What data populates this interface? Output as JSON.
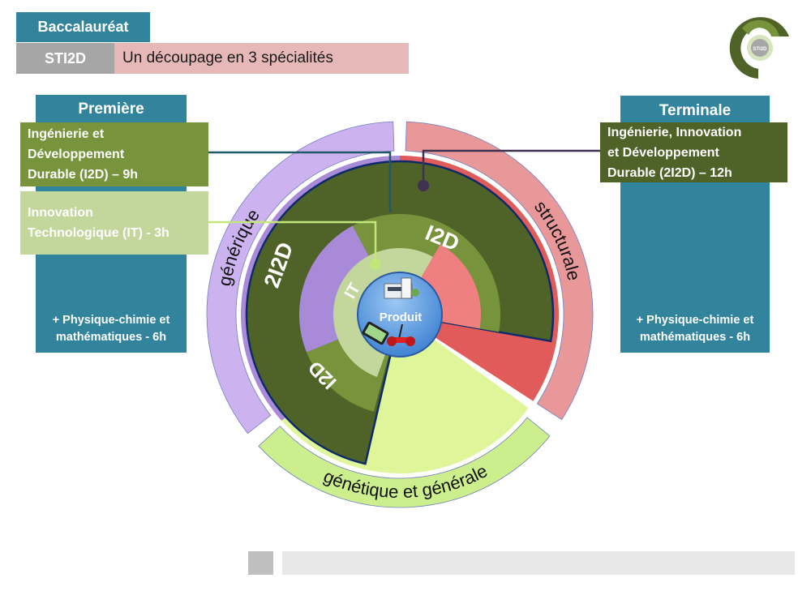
{
  "header": {
    "title": "Baccalauréat",
    "series": "STI2D",
    "subtitle": "Un découpage en 3 spécialités"
  },
  "logo": {
    "label": "STI2D"
  },
  "premiere": {
    "title": "Première",
    "specialties": [
      {
        "label": "Ingénierie et Développement Durable   (I2D) – 9h",
        "lines": [
          "Ingénierie et",
          "Développement",
          "Durable   (I2D) – 9h"
        ],
        "color": "#77933c"
      },
      {
        "label": "Innovation Technologique  (IT) - 3h",
        "lines": [
          "Innovation",
          "Technologique  (IT) - 3h"
        ],
        "color": "#c3d69b"
      }
    ],
    "extra_lines": [
      "+ Physique-chimie et",
      "mathématiques - 6h"
    ]
  },
  "terminale": {
    "title": "Terminale",
    "specialties": [
      {
        "label": "Ingénierie, Innovation et Développement Durable  (2I2D) – 12h",
        "lines": [
          "Ingénierie, Innovation",
          "et Développement",
          "Durable  (2I2D) – 12h"
        ],
        "color": "#4f6228"
      }
    ],
    "extra_lines": [
      "+ Physique-chimie et",
      "mathématiques - 6h"
    ]
  },
  "diagram": {
    "center_label": "Produit",
    "center_icons": [
      "building-icon",
      "smartphone-icon",
      "gyropode-icon"
    ],
    "outer_ring": [
      {
        "label": "générique",
        "color": "#ccb3f0"
      },
      {
        "label": "structurale",
        "color": "#e99899"
      },
      {
        "label": "génétique et générale",
        "color": "#cdee8c"
      }
    ],
    "sectors": [
      {
        "label": "générique",
        "color": "#a98ad9"
      },
      {
        "label": "structurale",
        "color": "#e15b5b"
      },
      {
        "label": "génétique et générale",
        "color": "#dff59a"
      }
    ],
    "rings": {
      "terminale_2i2d": {
        "label": "2I2D",
        "color": "#4f6228"
      },
      "premiere_i2d": {
        "label": "I2D",
        "color": "#77933c"
      },
      "premiere_i2d_lower": {
        "label": "I2D",
        "color": "#77933c"
      },
      "premiere_it": {
        "label": "IT",
        "color": "#c3d69b"
      }
    }
  },
  "colors": {
    "teal": "#31849b",
    "connector_i2d": "#215968",
    "connector_it": "#c3e67a",
    "connector_2i2d": "#3f3151"
  }
}
